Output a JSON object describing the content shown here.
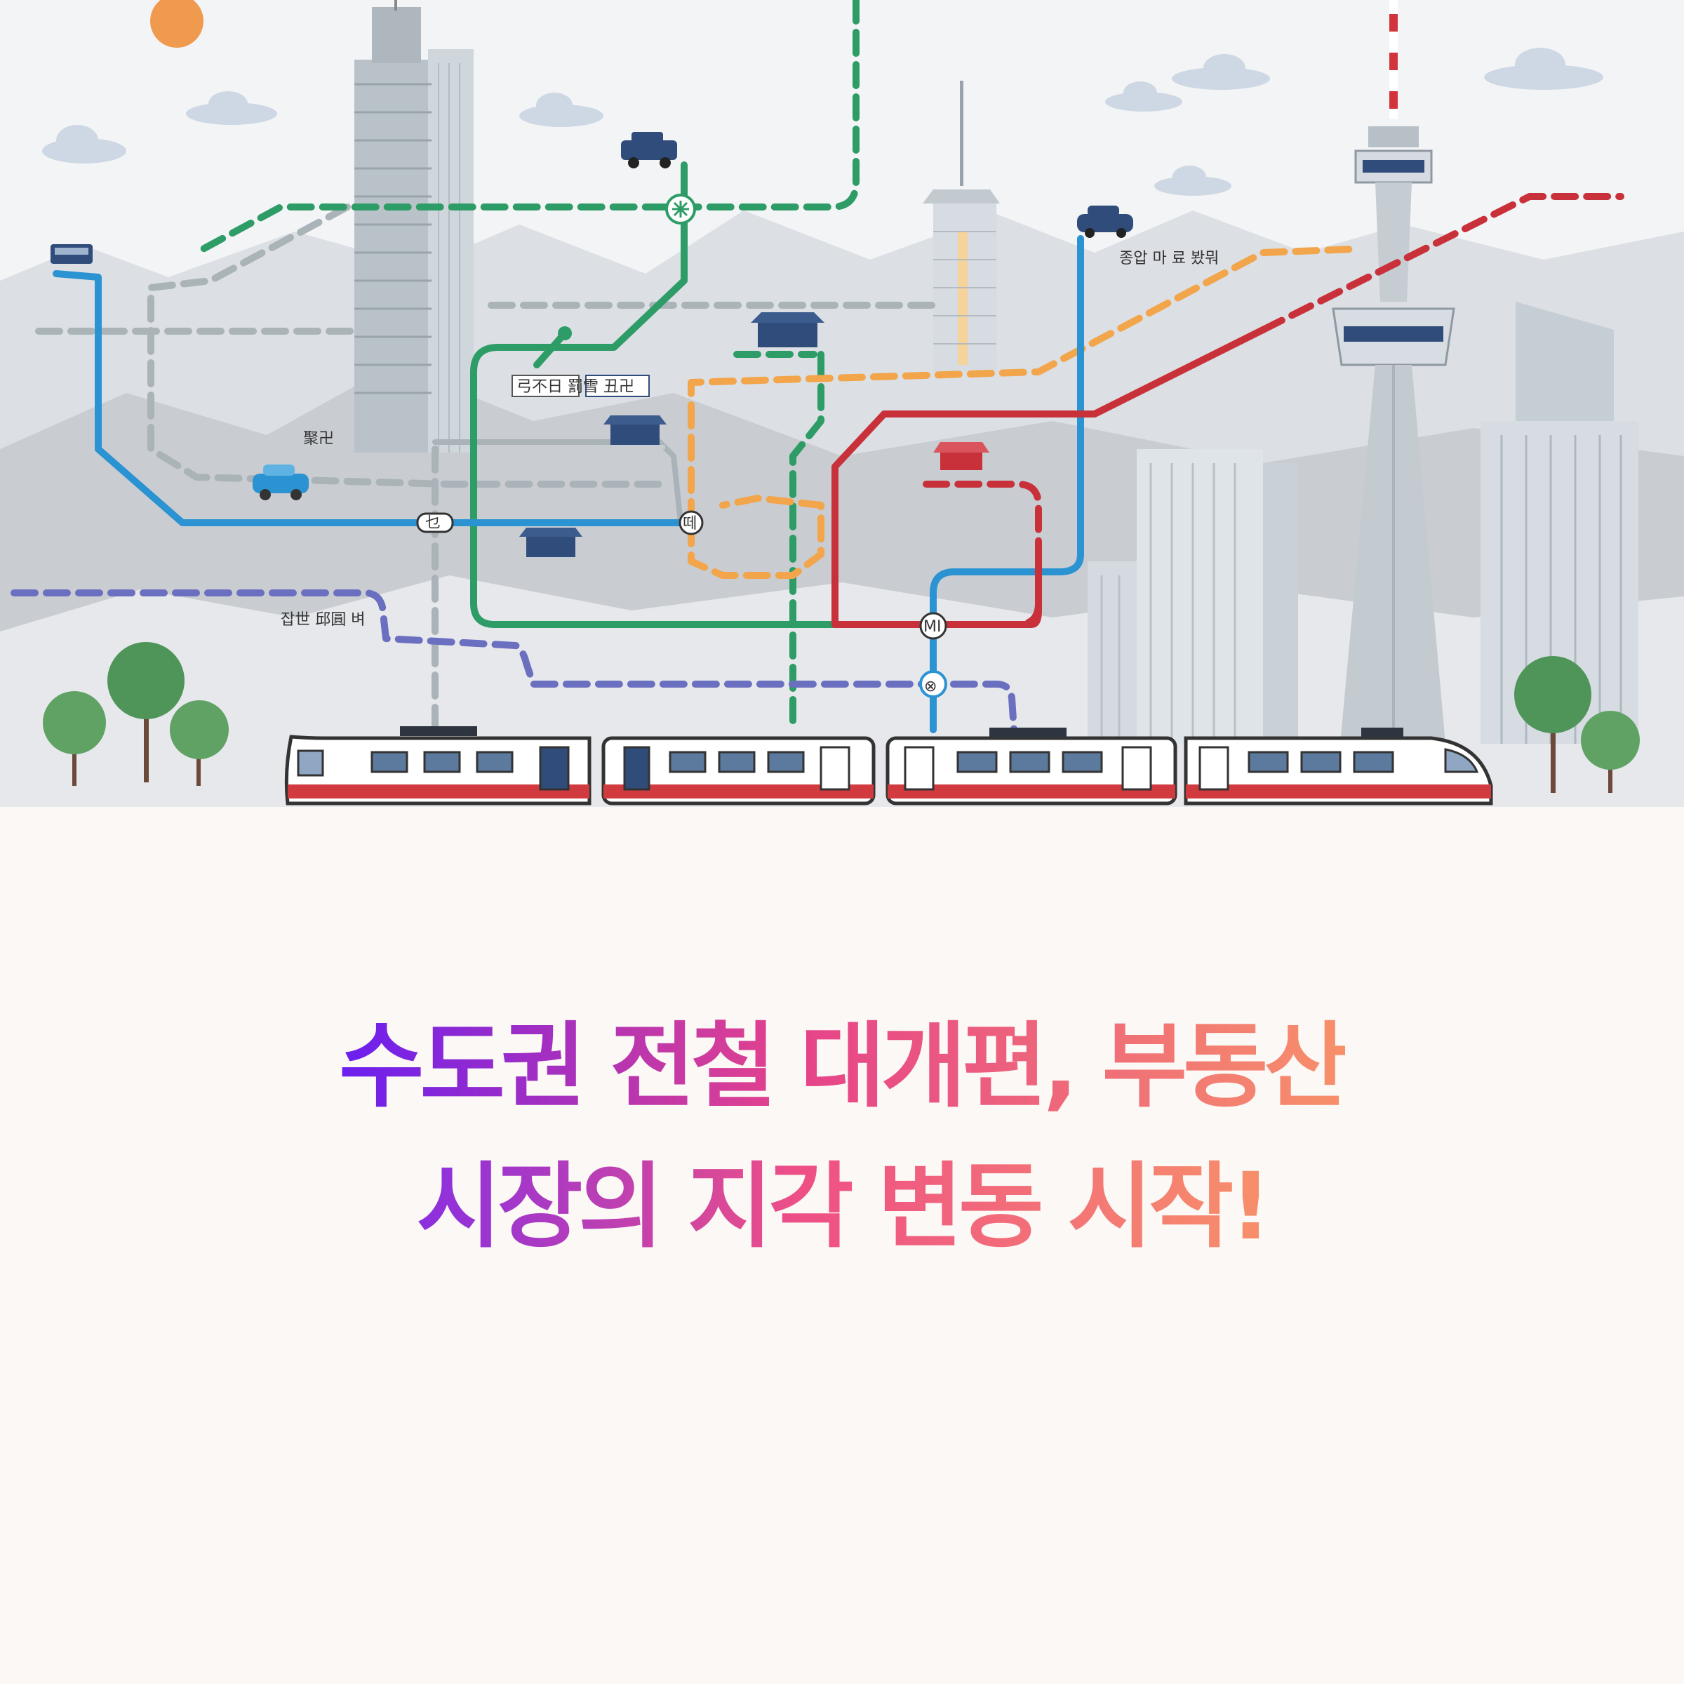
{
  "illustration": {
    "signs": {
      "top_right": "종압 마 료 봤뭐",
      "center_left": "弓不日 罰雪 丑卍",
      "left_label": "聚卍",
      "lower_left": "잡世 邱圓 벼",
      "station_a": "乜",
      "station_b": "떼",
      "station_c": "MI",
      "station_d": "⊗"
    }
  },
  "headline": {
    "line1": "수도권 전철 대개편, 부동산",
    "line2": "시장의 지각 변동 시작!"
  },
  "colors": {
    "gradient_start": "#6a1ff0",
    "gradient_mid": "#e6428a",
    "gradient_end": "#f7906a",
    "background": "#fbf8f5",
    "line_green": "#2e9c66",
    "line_blue": "#2b93d2",
    "line_red": "#c8303a",
    "line_orange": "#f2a54a",
    "line_gray": "#a9b3b8",
    "line_purple": "#6b6fc0"
  }
}
